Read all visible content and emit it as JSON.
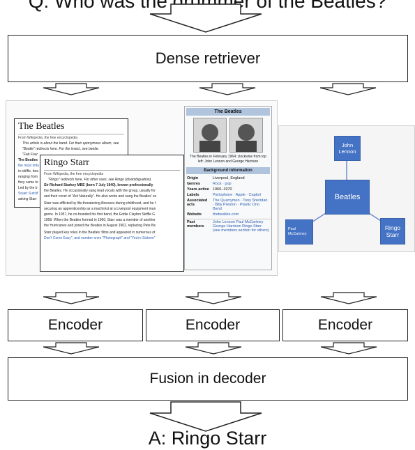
{
  "question_text": "Q: Who was the drummer of the Beatles?",
  "dense_retriever": "Dense retriever",
  "encoders": [
    "Encoder",
    "Encoder",
    "Encoder"
  ],
  "fusion": "Fusion in decoder",
  "answer": "A: Ringo Starr",
  "beatles_article": {
    "title": "The Beatles",
    "from": "From Wikipedia, the free encyclopedia",
    "line1": "This article is about the band. For their eponymous album, see",
    "line2": "\"Beatle\" redirects here. For the insect, see beetle.",
    "line3": "\"Fab Four",
    "body1": "The Beatles",
    "body2": "the most influ",
    "body3": "in skiffle, bea",
    "body4": "ranging from",
    "body5": "they came to",
    "body6": "Led by the b",
    "body7": "Stuart Sutclif",
    "body8": "asking Starr"
  },
  "ringo_article": {
    "title": "Ringo Starr",
    "from": "From Wikipedia, the free encyclopedia",
    "l1": "\"Ringo\" redirects here. For other uses, see Ringo (disambiguation).",
    "l2": "Sir Richard Starkey MBE (born 7 July 1940), known professionally",
    "l3": "the Beatles. He occasionally sang lead vocals with the group, usually for",
    "l4": "and their cover of \"Act Naturally\". He also wrote and sang the Beatles' so",
    "l5": "Starr was afflicted by life-threatening illnesses during childhood, and he f",
    "l6": "securing an apprenticeship as a machinist at a Liverpool equipment man",
    "l7": "genre. In 1957, he co-founded his first band, the Eddie Clayton Skiffle G",
    "l8": "1958. When the Beatles formed in 1960, Starr was a member of another",
    "l9": "the Hurricanes and joined the Beatles in August 1962, replacing Pete Be",
    "l10": "Starr played key roles in the Beatles' films and appeared in numerous ot",
    "l11": "Don't Come Easy\", and number ones \"Photograph\" and \"You're Sixteen\""
  },
  "infobox": {
    "title": "The Beatles",
    "caption": "The Beatles in February 1964; clockwise from top left: John Lennon and George Harrison",
    "section": "Background information",
    "rows": [
      {
        "k": "Origin",
        "v": "Liverpool, England"
      },
      {
        "k": "Genres",
        "v": "Rock · pop"
      },
      {
        "k": "Years active",
        "v": "1960–1970"
      },
      {
        "k": "Labels",
        "v": "Parlophone · Apple · Capitol"
      },
      {
        "k": "Associated acts",
        "v": "The Quarrymen · Tony Sheridan · Billy Preston · Plastic Ono Band"
      },
      {
        "k": "Website",
        "v": "thebeatles.com"
      },
      {
        "k": "Past members",
        "v": "John Lennon Paul McCartney George Harrison Ringo Starr (see members section for others)"
      }
    ]
  },
  "graph": {
    "center": "Beatles",
    "top": "John Lennon",
    "left": "Paul McCartney",
    "right": "Ringo Starr"
  }
}
